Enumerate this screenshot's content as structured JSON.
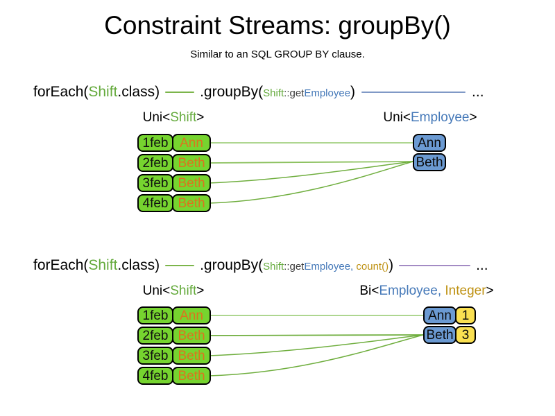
{
  "title": "Constraint Streams: groupBy()",
  "subtitle": "Similar to an SQL GROUP BY clause.",
  "colors": {
    "shift_green_box": "#76D42F",
    "employee_blue_box": "#6B9AD2",
    "integer_yellow_box": "#FAE051",
    "green_text": "#64AA3C",
    "blue_text": "#4478B8",
    "gold_text": "#BE9112",
    "orange_text": "#DC731E",
    "green_line": "#7CB54B",
    "blue_line": "#8099C6",
    "purple_line": "#A38BC4"
  },
  "code_line_1": {
    "foreach": "forEach(",
    "foreach_arg": "Shift",
    "foreach_close": ".class)",
    "groupby": ".groupBy(",
    "arg_class": "Shift",
    "arg_method": "::get",
    "arg_type": "Employee",
    "close": ")",
    "ellipsis": "..."
  },
  "code_line_2": {
    "foreach": "forEach(",
    "foreach_arg": "Shift",
    "foreach_close": ".class)",
    "groupby": ".groupBy(",
    "arg_class": "Shift",
    "arg_method": "::get",
    "arg_type": "Employee",
    "comma": ", ",
    "count_fn": "count()",
    "close": ")",
    "ellipsis": "..."
  },
  "diagram1": {
    "left_header": {
      "prefix": "Uni<",
      "type": "Shift",
      "suffix": ">"
    },
    "right_header": {
      "prefix": "Uni<",
      "type": "Employee",
      "suffix": ">"
    },
    "rows": [
      {
        "date": "1feb",
        "name": "Ann"
      },
      {
        "date": "2feb",
        "name": "Beth"
      },
      {
        "date": "3feb",
        "name": "Beth"
      },
      {
        "date": "4feb",
        "name": "Beth"
      }
    ],
    "groups": [
      "Ann",
      "Beth"
    ]
  },
  "diagram2": {
    "left_header": {
      "prefix": "Uni<",
      "type": "Shift",
      "suffix": ">"
    },
    "right_header": {
      "prefix": "Bi<",
      "type1": "Employee",
      "comma": ", ",
      "type2": "Integer",
      "suffix": ">"
    },
    "rows": [
      {
        "date": "1feb",
        "name": "Ann"
      },
      {
        "date": "2feb",
        "name": "Beth"
      },
      {
        "date": "3feb",
        "name": "Beth"
      },
      {
        "date": "4feb",
        "name": "Beth"
      }
    ],
    "groups": [
      {
        "name": "Ann",
        "count": "1"
      },
      {
        "name": "Beth",
        "count": "3"
      }
    ]
  }
}
